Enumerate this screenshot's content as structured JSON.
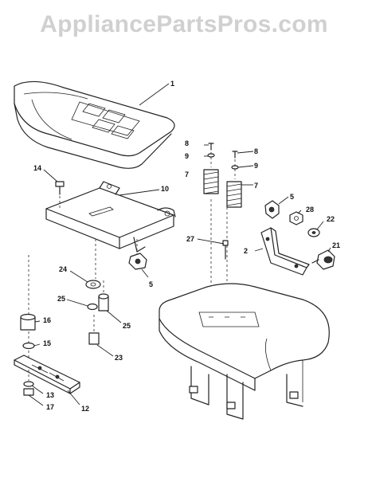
{
  "watermark": "AppliancePartsPros.com",
  "callouts": [
    {
      "id": "c1",
      "text": "1"
    },
    {
      "id": "c2",
      "text": "2"
    },
    {
      "id": "c5a",
      "text": "5"
    },
    {
      "id": "c5b",
      "text": "5"
    },
    {
      "id": "c7a",
      "text": "7"
    },
    {
      "id": "c7b",
      "text": "7"
    },
    {
      "id": "c8a",
      "text": "8"
    },
    {
      "id": "c8b",
      "text": "8"
    },
    {
      "id": "c9a",
      "text": "9"
    },
    {
      "id": "c9b",
      "text": "9"
    },
    {
      "id": "c10",
      "text": "10"
    },
    {
      "id": "c12",
      "text": "12"
    },
    {
      "id": "c13",
      "text": "13"
    },
    {
      "id": "c14",
      "text": "14"
    },
    {
      "id": "c15",
      "text": "15"
    },
    {
      "id": "c16",
      "text": "16"
    },
    {
      "id": "c17",
      "text": "17"
    },
    {
      "id": "c21",
      "text": "21"
    },
    {
      "id": "c22",
      "text": "22"
    },
    {
      "id": "c23",
      "text": "23"
    },
    {
      "id": "c24",
      "text": "24"
    },
    {
      "id": "c25a",
      "text": "25"
    },
    {
      "id": "c25b",
      "text": "25"
    },
    {
      "id": "c27",
      "text": "27"
    },
    {
      "id": "c28",
      "text": "28"
    }
  ]
}
